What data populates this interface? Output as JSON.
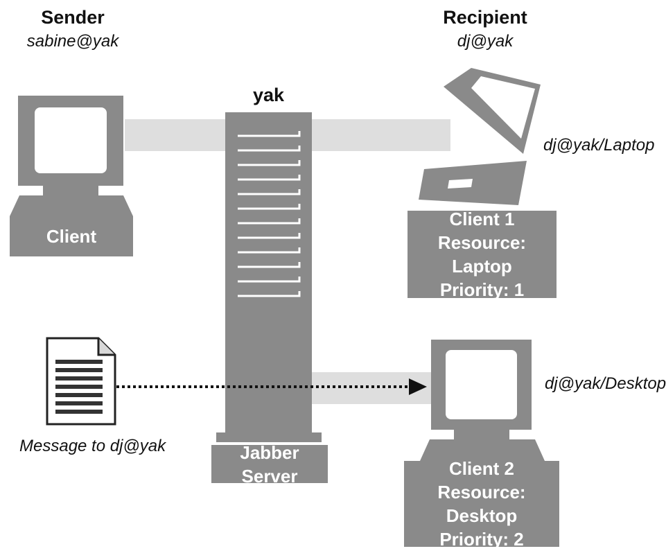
{
  "sender": {
    "title": "Sender",
    "address": "sabine@yak",
    "box_label": "Client"
  },
  "server": {
    "host": "yak",
    "label": "Jabber Server"
  },
  "recipient": {
    "title": "Recipient",
    "address": "dj@yak"
  },
  "laptop_client": {
    "jid": "dj@yak/Laptop",
    "name": "Client 1",
    "resource": "Resource: Laptop",
    "priority": "Priority: 1"
  },
  "desktop_client": {
    "jid": "dj@yak/Desktop",
    "name": "Client 2",
    "resource": "Resource: Desktop",
    "priority": "Priority: 2"
  },
  "message": {
    "label": "Message to dj@yak"
  },
  "colors": {
    "device": "#8a8a8a",
    "connection": "#dedede",
    "arrow": "#111111",
    "outline": "#222222"
  }
}
